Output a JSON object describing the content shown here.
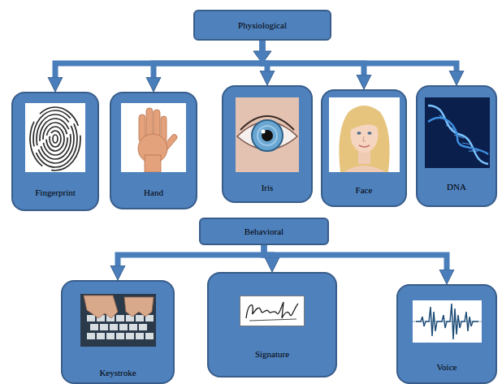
{
  "diagram": {
    "nodes": [
      {
        "text": [
          "Physiological"
        ]
      },
      {
        "text": [
          "Fingerprint"
        ]
      },
      {
        "text": [
          "Hand"
        ]
      },
      {
        "text": [
          "Iris"
        ]
      },
      {
        "text": [
          "Face"
        ]
      },
      {
        "text": [
          "DNA"
        ]
      },
      {
        "text": [
          "Behavioral"
        ]
      },
      {
        "text": [
          "Keystroke"
        ]
      },
      {
        "text": [
          "Signature"
        ]
      },
      {
        "text": [
          "Voice"
        ]
      }
    ],
    "edges": [
      {
        "from": 0,
        "to": 1,
        "arrow": "to"
      },
      {
        "from": 0,
        "to": 2,
        "arrow": "to"
      },
      {
        "from": 0,
        "to": 3,
        "arrow": "to"
      },
      {
        "from": 0,
        "to": 4,
        "arrow": "to"
      },
      {
        "from": 0,
        "to": 5,
        "arrow": "to"
      },
      {
        "from": 6,
        "to": 7,
        "arrow": "to"
      },
      {
        "from": 6,
        "to": 8,
        "arrow": "to"
      },
      {
        "from": 6,
        "to": 9,
        "arrow": "to"
      }
    ]
  }
}
